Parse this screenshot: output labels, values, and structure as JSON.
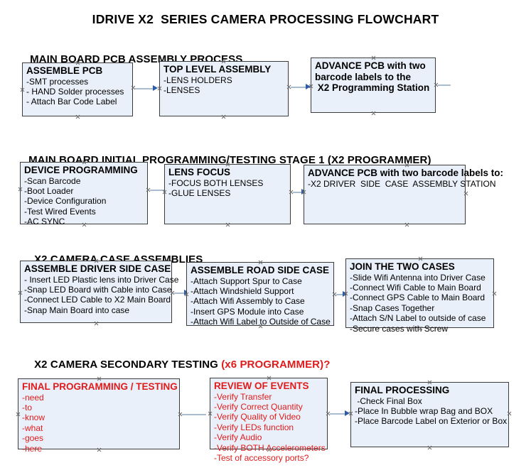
{
  "document": {
    "title": "IDRIVE X2  SERIES CAMERA PROCESSING FLOWCHART"
  },
  "colors": {
    "box_fill": "#eaf0f9",
    "box_border": "#3c3c3c",
    "text": "#000000",
    "accent_red": "#e01b1b",
    "connector": "#a9bcd0",
    "arrowhead": "#2b5ca8"
  },
  "sections": [
    {
      "id": "main-board-pcb-assembly",
      "heading": "MAIN BOARD PCB ASSEMBLY PROCESS",
      "heading_accent": "",
      "nodes": [
        {
          "id": "assemble-pcb",
          "head": "ASSEMBLE PCB",
          "lines": [
            "-SMT processes",
            "- HAND Solder processes",
            "- Attach Bar Code Label"
          ],
          "red": false
        },
        {
          "id": "top-level-assembly",
          "head": "TOP LEVEL ASSEMBLY",
          "lines": [
            "-LENS HOLDERS",
            "-LENSES"
          ],
          "red": false
        },
        {
          "id": "advance-pcb-x2-programming-station",
          "head": "ADVANCE PCB with two",
          "lines": [
            "barcode labels to the",
            " X2 Programming Station"
          ],
          "red": false,
          "all_bold": true
        }
      ]
    },
    {
      "id": "main-board-initial-programming",
      "heading": "MAIN BOARD INITIAL PROGRAMMING/TESTING STAGE 1 (X2 PROGRAMMER)",
      "heading_accent": "",
      "nodes": [
        {
          "id": "device-programming",
          "head": "DEVICE PROGRAMMING",
          "lines": [
            "-Scan Barcode",
            "-Boot Loader",
            "-Device Configuration",
            "-Test Wired Events",
            "-AC SYNC"
          ],
          "red": false
        },
        {
          "id": "lens-focus",
          "head": "LENS FOCUS",
          "lines": [
            "-FOCUS BOTH LENSES",
            "-GLUE LENSES"
          ],
          "red": false
        },
        {
          "id": "advance-pcb-driver-side-case",
          "head": "ADVANCE PCB with two barcode labels to:",
          "lines": [
            "-X2 DRIVER  SIDE  CASE  ASSEMBLY STATION"
          ],
          "red": false
        }
      ]
    },
    {
      "id": "x2-camera-case-assemblies",
      "heading": "X2 CAMERA CASE ASSEMBLIES",
      "heading_accent": "",
      "nodes": [
        {
          "id": "assemble-driver-side-case",
          "head": "ASSEMBLE DRIVER SIDE CASE",
          "lines": [
            "- Insert LED Plastic lens into Driver Case",
            "-Snap LED Board with Cable into Case",
            "-Connect LED Cable to X2 Main Board",
            "-Snap Main Board into case"
          ],
          "red": false
        },
        {
          "id": "assemble-road-side-case",
          "head": "ASSEMBLE ROAD SIDE CASE",
          "lines": [
            "-Attach Support Spur to Case",
            "-Attach Windshield Support",
            "-Attach Wifi Assembly to Case",
            "-Insert GPS Module into Case",
            "-Attach Wifi Label to Outside of Case"
          ],
          "red": false
        },
        {
          "id": "join-the-two-cases",
          "head": "JOIN THE TWO CASES",
          "lines": [
            "-Slide Wifi Antenna into Driver Case",
            "-Connect Wifi Cable to Main Board",
            "-Connect GPS Cable to Main Board",
            "-Snap Cases Together",
            "-Attach S/N Label to outside of case",
            "-Secure cases with Screw"
          ],
          "red": false
        }
      ]
    },
    {
      "id": "x2-camera-secondary-testing",
      "heading": "X2 CAMERA SECONDARY TESTING ",
      "heading_accent": "(x6 PROGRAMMER)?",
      "nodes": [
        {
          "id": "final-programming-testing",
          "head": "FINAL PROGRAMMING / TESTING",
          "lines": [
            "-need",
            "-to",
            "-know",
            "-what",
            "-goes",
            "-here"
          ],
          "red": true
        },
        {
          "id": "review-of-events",
          "head": "REVIEW OF EVENTS",
          "lines": [
            "-Verify Transfer",
            "-Verify Correct Quantity",
            "-Verify Quality of Video",
            "-Verify LEDs function",
            "-Verify Audio",
            "-Verify BOTH Accelerometers",
            "-Test of accessory ports?"
          ],
          "red": true
        },
        {
          "id": "final-processing",
          "head": "FINAL PROCESSING",
          "lines": [
            " -Check Final Box",
            "-Place In Bubble wrap Bag and BOX",
            "-Place Barcode Label on Exterior or Box"
          ],
          "red": false
        }
      ]
    }
  ]
}
